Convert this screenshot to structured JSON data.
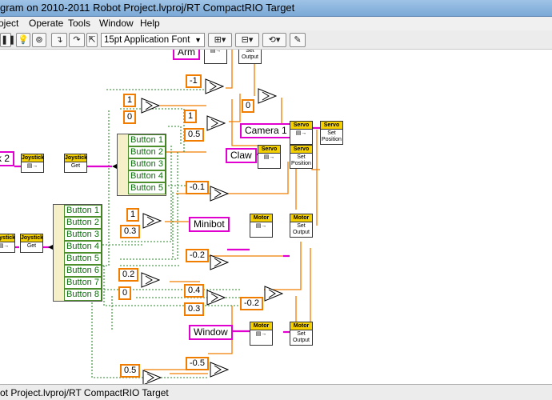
{
  "window": {
    "title": "gram on 2010-2011 Robot Project.lvproj/RT CompactRIO Target"
  },
  "menu": {
    "items": [
      "oject",
      "Operate",
      "Tools",
      "Window",
      "Help"
    ]
  },
  "toolbar": {
    "font": "15pt Application Font"
  },
  "status": {
    "text": "ot Project.lvproj/RT CompactRIO Target"
  },
  "diagram": {
    "strings": {
      "arm": "Arm",
      "joystick2": "k 2",
      "camera1": "Camera 1",
      "claw": "Claw",
      "minibot": "Minibot",
      "window": "Window"
    },
    "vi": {
      "joystick_hdr": "Joystick",
      "get": "Get",
      "servo_hdr": "Servo",
      "motor_hdr": "Motor",
      "set_output": "Set Output",
      "set_position": "Set Position"
    },
    "constants": [
      "-1",
      "1",
      "0",
      "0",
      "1",
      "0.5",
      "-0.1",
      "1",
      "0.3",
      "-0.2",
      "0.2",
      "0",
      "0.4",
      "0.3",
      "-0.2",
      "0.5",
      "-0.5"
    ],
    "cluster_top": [
      "Button 1",
      "Button 2",
      "Button 3",
      "Button 4",
      "Button 5"
    ],
    "cluster_bottom": [
      "Button 1",
      "Button 2",
      "Button 3",
      "Button 4",
      "Button 5",
      "Button 6",
      "Button 7",
      "Button 8"
    ]
  }
}
